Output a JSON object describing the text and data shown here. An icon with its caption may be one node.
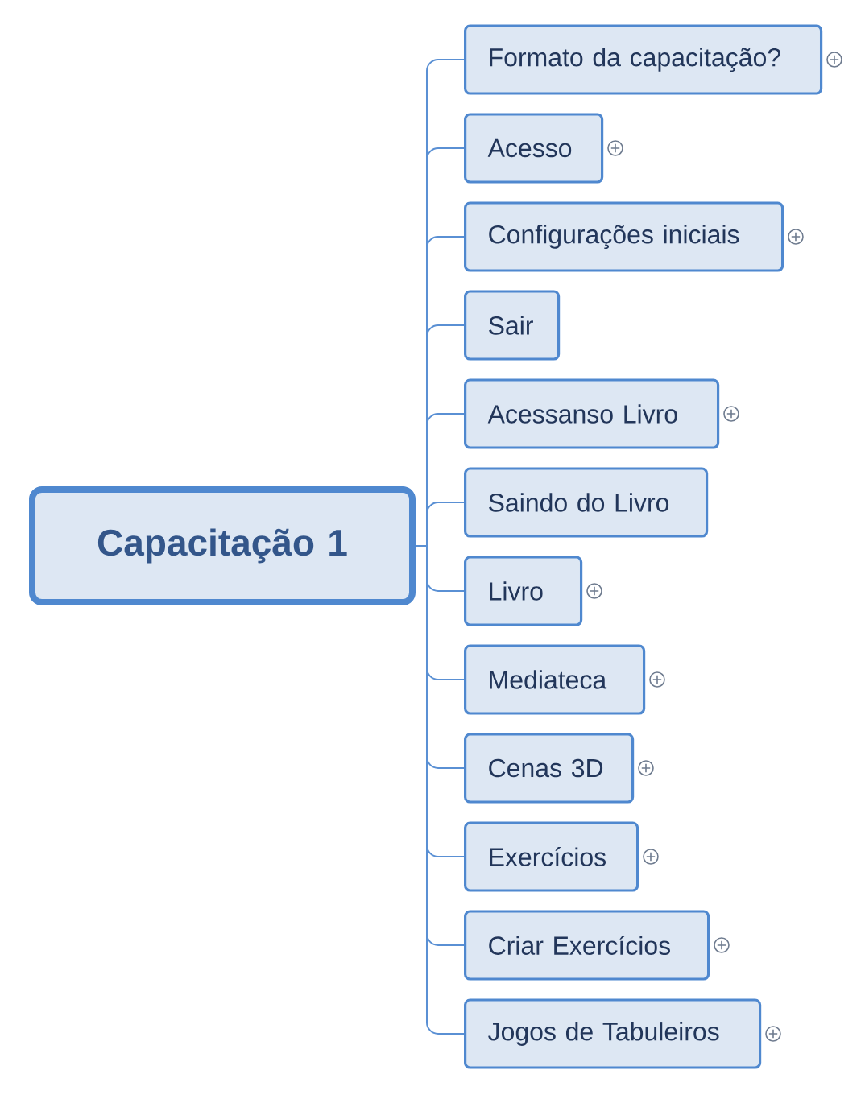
{
  "diagram": {
    "nodes": [
      {
        "text": [
          "Capacitação 1"
        ]
      },
      {
        "text": [
          "Formato da capacitação?"
        ]
      },
      {
        "text": [
          "Acesso"
        ]
      },
      {
        "text": [
          "Configurações iniciais"
        ]
      },
      {
        "text": [
          "Sair"
        ]
      },
      {
        "text": [
          "Acessanso Livro"
        ]
      },
      {
        "text": [
          "Saindo do Livro"
        ]
      },
      {
        "text": [
          "Livro"
        ]
      },
      {
        "text": [
          "Mediateca"
        ]
      },
      {
        "text": [
          "Cenas 3D"
        ]
      },
      {
        "text": [
          "Exercícios"
        ]
      },
      {
        "text": [
          "Criar Exercícios"
        ]
      },
      {
        "text": [
          "Jogos de Tabuleiros"
        ]
      }
    ],
    "edges": [
      {
        "from": 0,
        "to": 1,
        "arrow": "none"
      },
      {
        "from": 0,
        "to": 2,
        "arrow": "none"
      },
      {
        "from": 0,
        "to": 3,
        "arrow": "none"
      },
      {
        "from": 0,
        "to": 4,
        "arrow": "none"
      },
      {
        "from": 0,
        "to": 5,
        "arrow": "none"
      },
      {
        "from": 0,
        "to": 6,
        "arrow": "none"
      },
      {
        "from": 0,
        "to": 7,
        "arrow": "none"
      },
      {
        "from": 0,
        "to": 8,
        "arrow": "none"
      },
      {
        "from": 0,
        "to": 9,
        "arrow": "none"
      },
      {
        "from": 0,
        "to": 10,
        "arrow": "none"
      },
      {
        "from": 0,
        "to": 11,
        "arrow": "none"
      },
      {
        "from": 0,
        "to": 12,
        "arrow": "none"
      }
    ]
  }
}
